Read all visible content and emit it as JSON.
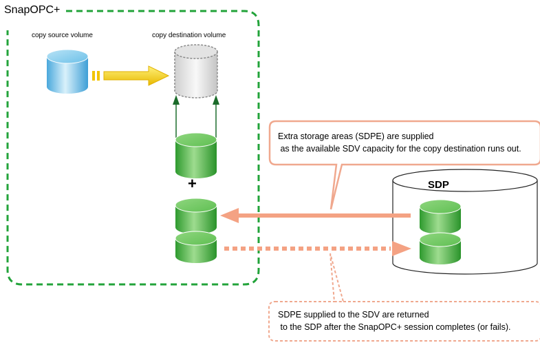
{
  "title": "SnapOPC+",
  "labels": {
    "copy_source": "copy source volume",
    "copy_destination": "copy destination volume",
    "sdp": "SDP",
    "plus": "+"
  },
  "callouts": {
    "supply": {
      "line1": "Extra storage areas (SDPE) are supplied",
      "line2": " as the available SDV capacity for the copy destination runs out."
    },
    "return": {
      "line1": "SDPE supplied to the SDV are returned",
      "line2": " to the SDP after the SnapOPC+ session completes (or fails)."
    }
  },
  "colors": {
    "frame_green": "#22a33a",
    "arrow_yellow": "#f2c400",
    "arrow_salmon": "#f4a283",
    "callout_border": "#f0a88e",
    "volume_blue": "#7cc6ea",
    "volume_green": "#3aa83a",
    "dark_green": "#1b6b2a"
  },
  "icons": {
    "source_volume": "cylinder-blue-icon",
    "destination_volume": "cylinder-dashed-gray-icon",
    "sdv_volume": "cylinder-green-icon",
    "sdpe_volume": "cylinder-green-icon"
  }
}
